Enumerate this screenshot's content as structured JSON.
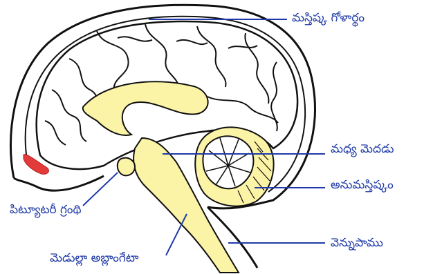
{
  "labels": {
    "cerebrum": "మస్తిష్క గోళార్థం",
    "midbrain": "మధ్య మెదడు",
    "cerebellum": "అనుమస్తిష్కం",
    "spinal_cord": "వెన్నుపాము",
    "pituitary": "పిట్యూటరీ గ్రంథి",
    "medulla": "మెడుల్లా అబ్లాంగేటా"
  },
  "colors": {
    "outline": "#111111",
    "brainstem": "#fbf3a6",
    "label_text": "#1f3aa8",
    "leader_line": "#1f3aa8",
    "red_spot": "#e33a3a"
  }
}
